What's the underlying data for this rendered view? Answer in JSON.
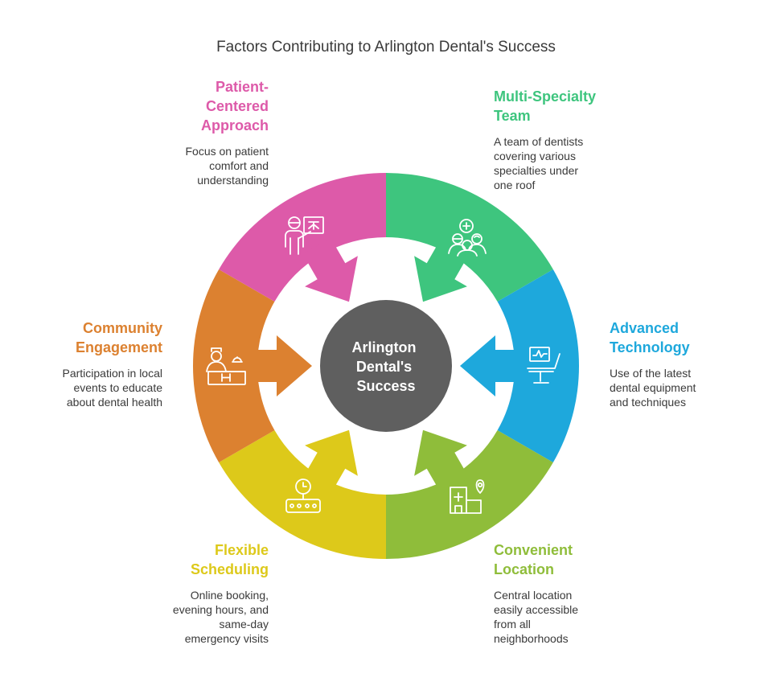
{
  "title": "Factors Contributing to Arlington Dental's Success",
  "center": {
    "lines": [
      "Arlington",
      "Dental's",
      "Success"
    ]
  },
  "colors": {
    "patient": "#dd5aa9",
    "multi": "#3ec57e",
    "technology": "#1ea8dc",
    "location": "#8fbd3a",
    "scheduling": "#ddc91a",
    "community": "#dc8130",
    "center": "#5f5f5f"
  },
  "factors": [
    {
      "id": "multi",
      "heading": "Multi-Specialty\nTeam",
      "description": "A team of dentists\ncovering various\nspecialties under\none roof",
      "icon": "team-icon"
    },
    {
      "id": "technology",
      "heading": "Advanced\nTechnology",
      "description": "Use of the latest\ndental equipment\nand techniques",
      "icon": "dental-chair-icon"
    },
    {
      "id": "location",
      "heading": "Convenient\nLocation",
      "description": "Central location\neasily accessible\nfrom all\nneighborhoods",
      "icon": "hospital-location-icon"
    },
    {
      "id": "scheduling",
      "heading": "Flexible\nScheduling",
      "description": "Online booking,\nevening hours, and\nsame-day\nemergency visits",
      "icon": "clock-queue-icon"
    },
    {
      "id": "community",
      "heading": "Community\nEngagement",
      "description": "Participation in local\nevents to educate\nabout dental health",
      "icon": "reception-desk-icon"
    },
    {
      "id": "patient",
      "heading": "Patient-\nCentered\nApproach",
      "description": "Focus on patient\ncomfort and\nunderstanding",
      "icon": "presenter-icon"
    }
  ]
}
